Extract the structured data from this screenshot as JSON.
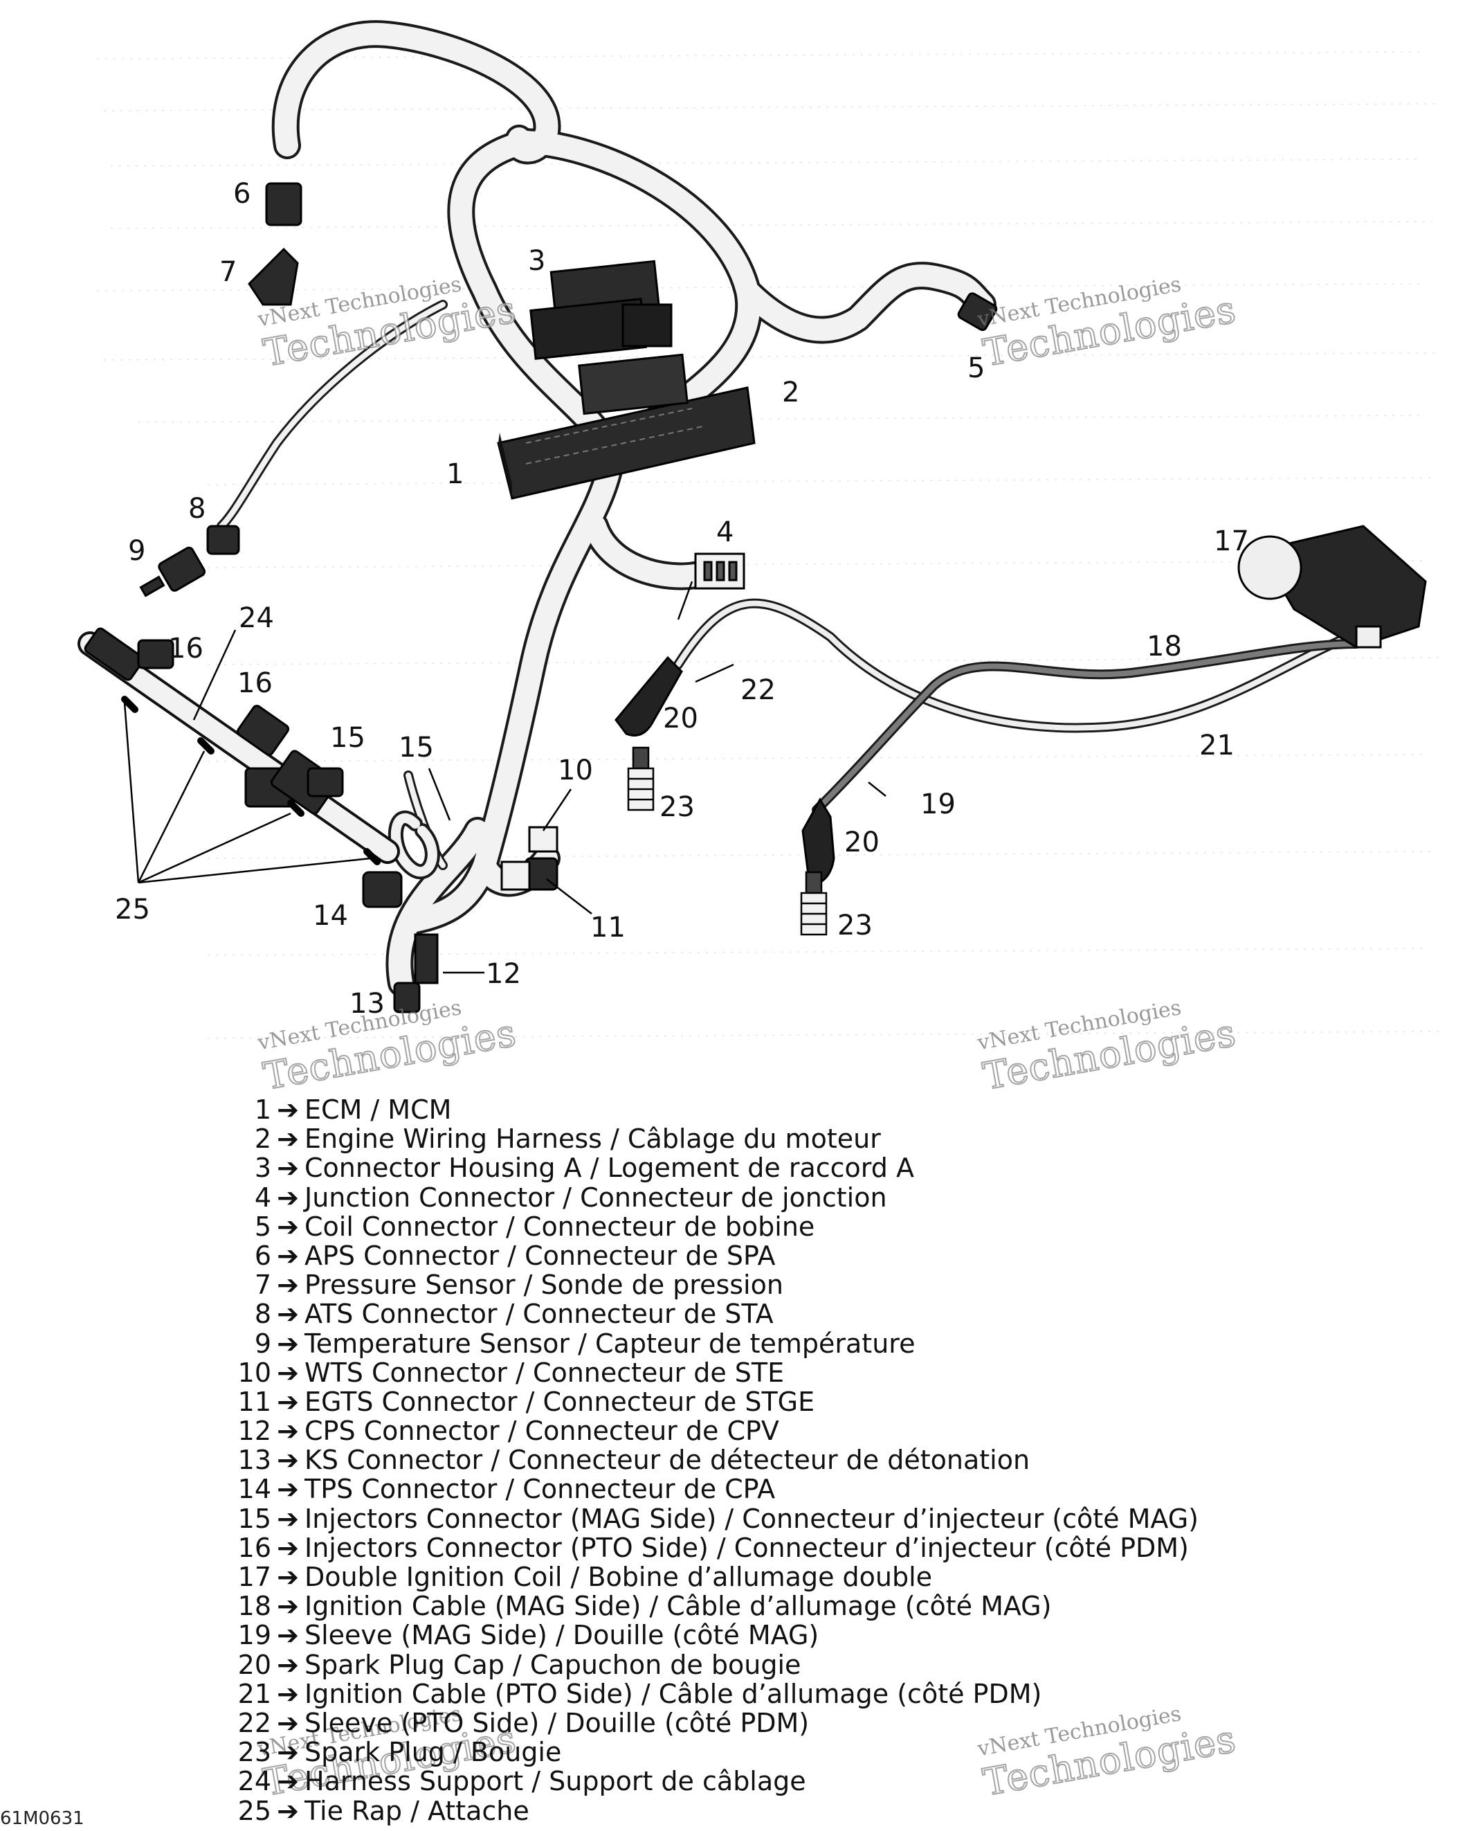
{
  "callouts": [
    "1",
    "2",
    "3",
    "4",
    "5",
    "6",
    "7",
    "8",
    "9",
    "10",
    "11",
    "12",
    "13",
    "14",
    "15",
    "15",
    "16",
    "16",
    "17",
    "18",
    "19",
    "20",
    "20",
    "21",
    "22",
    "23",
    "23",
    "24",
    "25"
  ],
  "watermark": {
    "line1": "vNext Technologies",
    "line2": "Technologies"
  },
  "legend": {
    "arrow": "➔",
    "items": [
      {
        "num": "1",
        "text": "ECM / MCM"
      },
      {
        "num": "2",
        "text": "Engine Wiring Harness / Câblage du moteur"
      },
      {
        "num": "3",
        "text": "Connector Housing A / Logement de raccord A"
      },
      {
        "num": "4",
        "text": "Junction Connector / Connecteur de jonction"
      },
      {
        "num": "5",
        "text": "Coil Connector / Connecteur de bobine"
      },
      {
        "num": "6",
        "text": "APS Connector / Connecteur de SPA"
      },
      {
        "num": "7",
        "text": "Pressure Sensor / Sonde de pression"
      },
      {
        "num": "8",
        "text": "ATS Connector / Connecteur de STA"
      },
      {
        "num": "9",
        "text": "Temperature Sensor / Capteur de température"
      },
      {
        "num": "10",
        "text": "WTS Connector / Connecteur de STE"
      },
      {
        "num": "11",
        "text": "EGTS Connector / Connecteur de STGE"
      },
      {
        "num": "12",
        "text": "CPS Connector / Connecteur de CPV"
      },
      {
        "num": "13",
        "text": "KS Connector / Connecteur de détecteur de détonation"
      },
      {
        "num": "14",
        "text": "TPS Connector / Connecteur de CPA"
      },
      {
        "num": "15",
        "text": "Injectors Connector (MAG Side) / Connecteur d’injecteur (côté MAG)"
      },
      {
        "num": "16",
        "text": "Injectors Connector (PTO Side) / Connecteur d’injecteur (côté PDM)"
      },
      {
        "num": "17",
        "text": "Double Ignition Coil / Bobine d’allumage double"
      },
      {
        "num": "18",
        "text": "Ignition Cable (MAG Side) / Câble d’allumage (côté MAG)"
      },
      {
        "num": "19",
        "text": "Sleeve (MAG Side) / Douille (côté MAG)"
      },
      {
        "num": "20",
        "text": "Spark Plug Cap / Capuchon de bougie"
      },
      {
        "num": "21",
        "text": "Ignition Cable (PTO Side) / Câble d’allumage (côté PDM)"
      },
      {
        "num": "22",
        "text": "Sleeve (PTO Side) / Douille (côté PDM)"
      },
      {
        "num": "23",
        "text": "Spark Plug / Bougie"
      },
      {
        "num": "24",
        "text": "Harness Support / Support de câblage"
      },
      {
        "num": "25",
        "text": "Tie Rap / Attache"
      }
    ]
  },
  "figure_id": "61M0631"
}
